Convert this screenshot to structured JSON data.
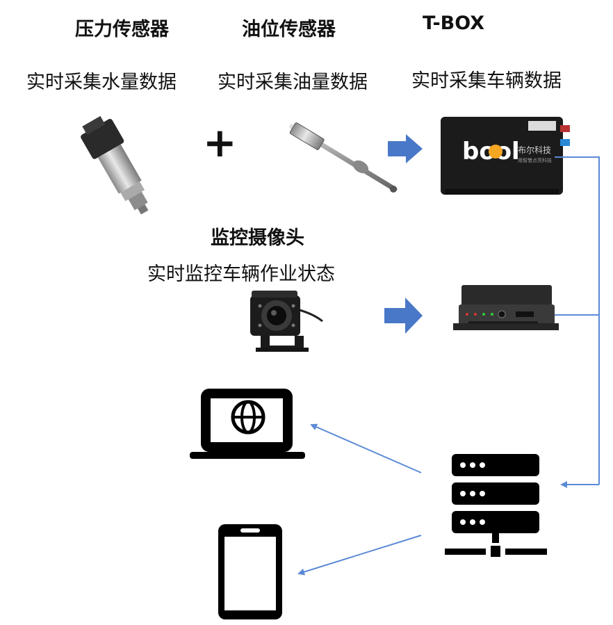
{
  "pressure_sensor": {
    "title": "压力传感器",
    "desc": "实时采集水量数据"
  },
  "oil_sensor": {
    "title": "油位传感器",
    "desc": "实时采集油量数据"
  },
  "tbox": {
    "title": "T-BOX",
    "desc": "实时采集车辆数据",
    "brand": "bool",
    "brand_cn": "布尔科技",
    "brand_sub": "用智慧点亮科技"
  },
  "camera": {
    "title": "监控摄像头",
    "desc": "实时监控车辆作业状态"
  },
  "plus_sign": "+",
  "colors": {
    "arrow_fill": "#4a78c8",
    "line": "#5b8ad6",
    "device_dark": "#1a1a1a",
    "brand_orange": "#f5a623"
  }
}
